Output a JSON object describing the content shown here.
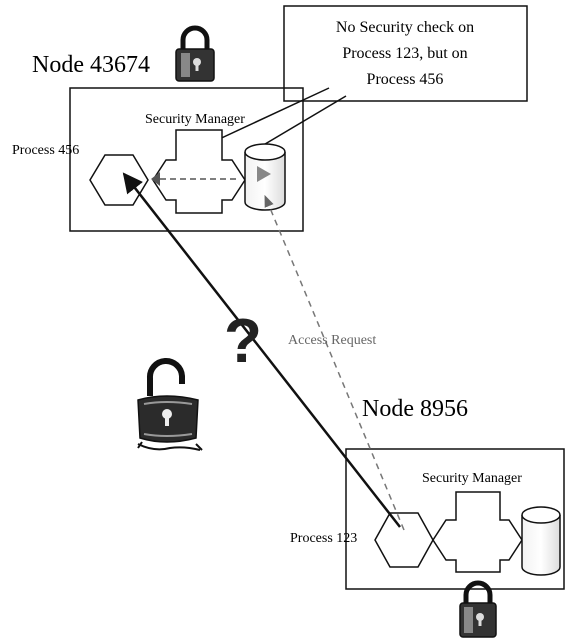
{
  "callout": {
    "line1": "No Security check on",
    "line2": "Process 123, but on",
    "line3": "Process 456"
  },
  "node_a": {
    "title": "Node 43674",
    "security_manager": "Security Manager",
    "process": "Process 456"
  },
  "node_b": {
    "title": "Node 8956",
    "security_manager": "Security Manager",
    "process": "Process 123"
  },
  "access_request": "Access Request",
  "question_mark": "?",
  "icons": {
    "lock_closed": "padlock-closed-icon",
    "lock_open": "padlock-open-icon"
  },
  "colors": {
    "line": "#111111",
    "dashed": "#888888",
    "text_gray": "#666666"
  }
}
